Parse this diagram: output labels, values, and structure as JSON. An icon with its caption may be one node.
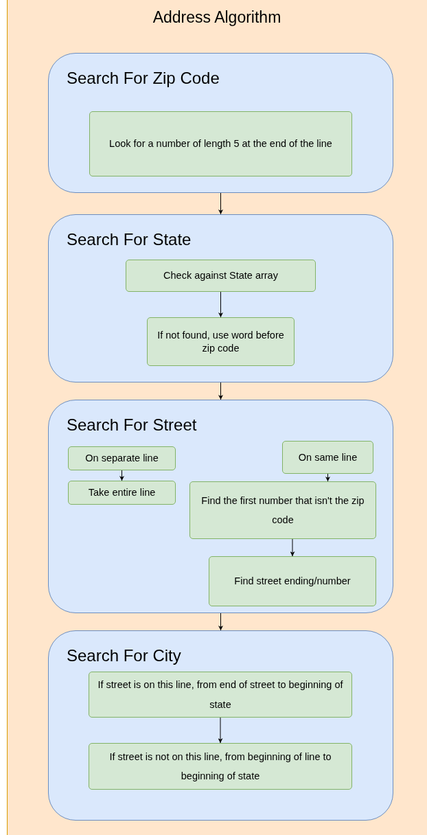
{
  "diagram": {
    "title": "Address Algorithm",
    "nodes": [
      {
        "text": [
          "Search For Zip Code"
        ]
      },
      {
        "text": [
          "Look for a number of length 5 at the end of the line"
        ],
        "in": 0
      },
      {
        "text": [
          "Search For State"
        ]
      },
      {
        "text": [
          "Check against State array"
        ],
        "in": 2
      },
      {
        "text": [
          "If not found, use word before zip code"
        ],
        "in": 2
      },
      {
        "text": [
          "Search For Street"
        ]
      },
      {
        "text": [
          "On separate line"
        ],
        "in": 5
      },
      {
        "text": [
          "Take entire line"
        ],
        "in": 5
      },
      {
        "text": [
          "On same line"
        ],
        "in": 5
      },
      {
        "text": [
          "Find the first number that isn't the zip code"
        ],
        "in": 5
      },
      {
        "text": [
          "Find street ending/number"
        ],
        "in": 5
      },
      {
        "text": [
          "Search For City"
        ]
      },
      {
        "text": [
          "If street is on this line, from end of street to beginning of state"
        ],
        "in": 11
      },
      {
        "text": [
          "If street is not on this line, from beginning of line to beginning of state"
        ],
        "in": 11
      }
    ],
    "edges": [
      {
        "from": 0,
        "to": 2,
        "arrow": "to"
      },
      {
        "from": 3,
        "to": 4,
        "arrow": "to"
      },
      {
        "from": 2,
        "to": 5,
        "arrow": "to"
      },
      {
        "from": 6,
        "to": 7,
        "arrow": "to"
      },
      {
        "from": 8,
        "to": 9,
        "arrow": "to"
      },
      {
        "from": 9,
        "to": 10,
        "arrow": "to"
      },
      {
        "from": 5,
        "to": 11,
        "arrow": "to"
      },
      {
        "from": 12,
        "to": 13,
        "arrow": "to"
      }
    ]
  }
}
